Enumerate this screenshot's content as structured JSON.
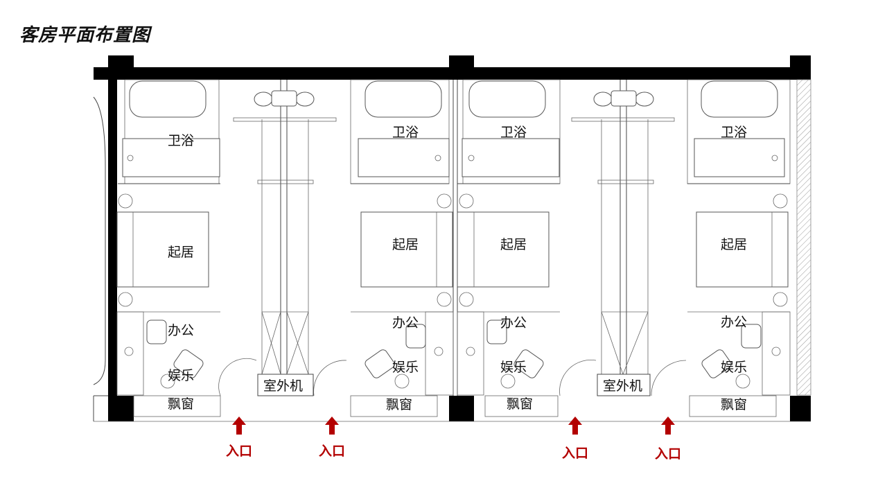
{
  "title": "客房平面布置图",
  "rooms": [
    {
      "bath": "卫浴",
      "living": "起居",
      "office": "办公",
      "ent": "娱乐",
      "window": "飘窗"
    },
    {
      "bath": "卫浴",
      "living": "起居",
      "office": "办公",
      "ent": "娱乐",
      "window": "飘窗"
    },
    {
      "bath": "卫浴",
      "living": "起居",
      "office": "办公",
      "ent": "娱乐",
      "window": "飘窗"
    },
    {
      "bath": "卫浴",
      "living": "起居",
      "office": "办公",
      "ent": "娱乐",
      "window": "飘窗"
    }
  ],
  "outdoor_unit": [
    "室外机",
    "室外机"
  ],
  "entrances": [
    "入口",
    "入口",
    "入口",
    "入口"
  ],
  "colors": {
    "wall": "#000000",
    "entry_arrow": "#b30000",
    "line": "#444444"
  }
}
